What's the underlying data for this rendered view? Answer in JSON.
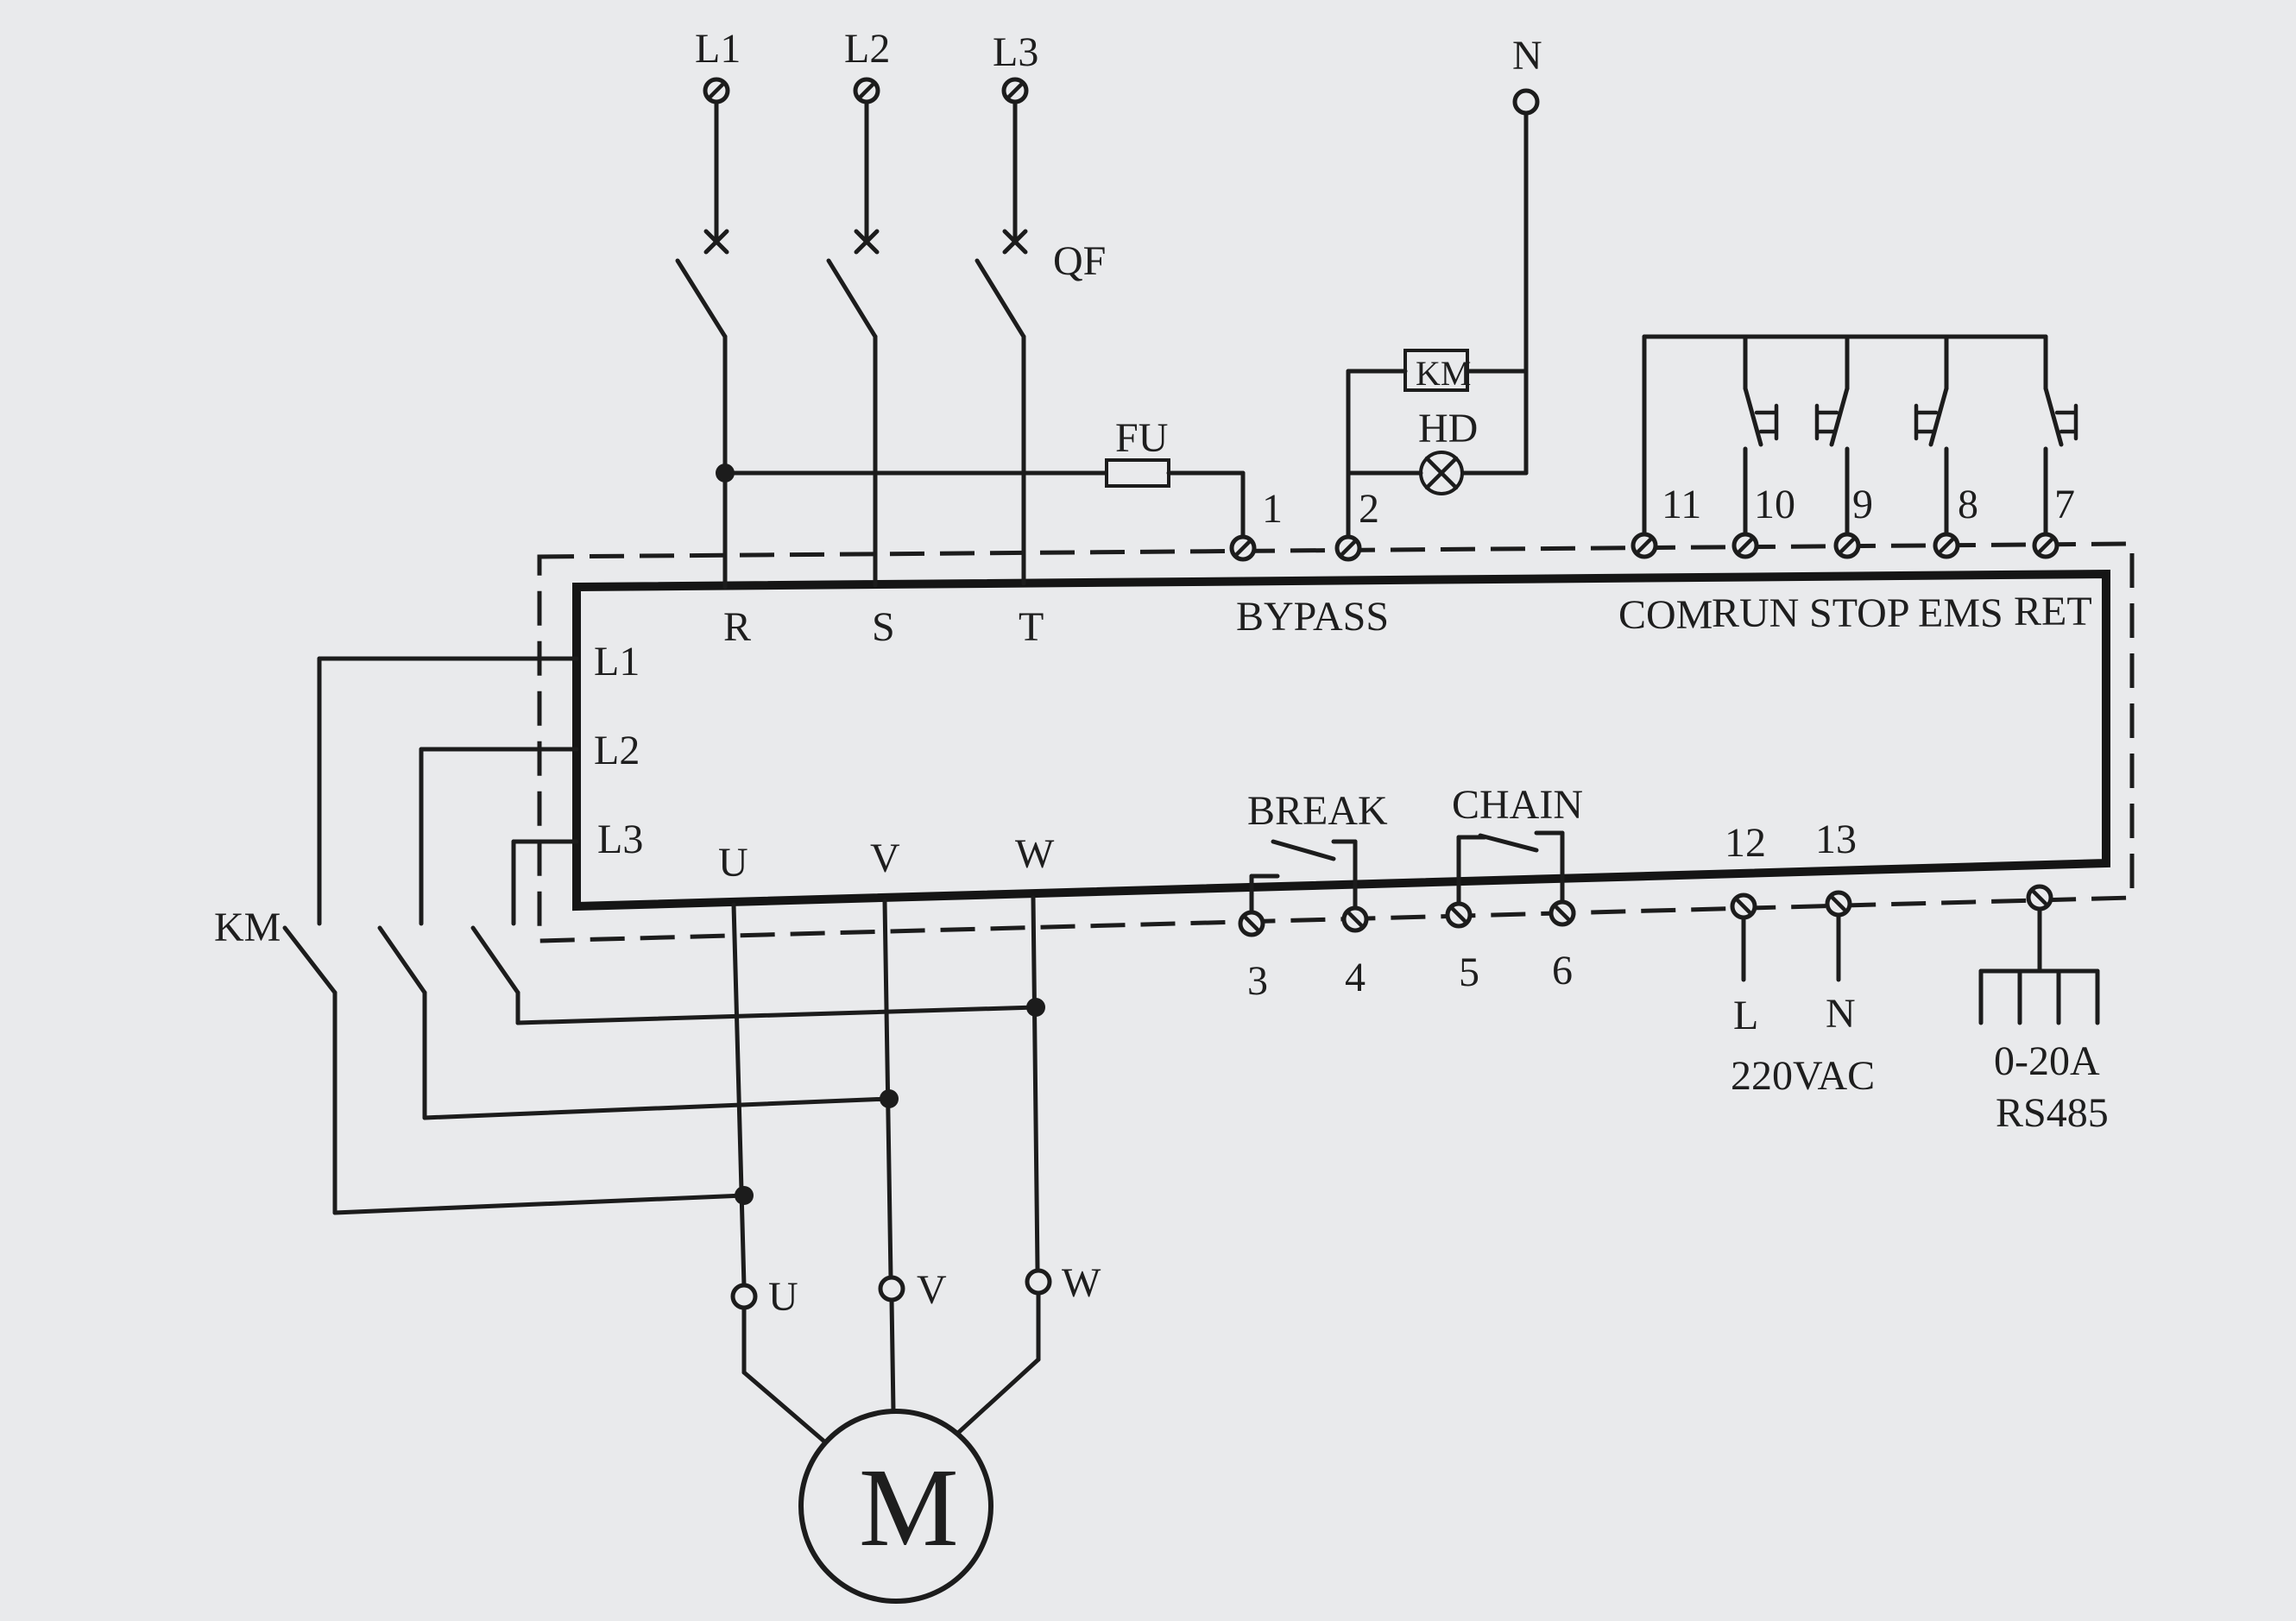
{
  "supply": {
    "l1": "L1",
    "l2": "L2",
    "l3": "L3",
    "n": "N",
    "breaker": "QF"
  },
  "fuse": "FU",
  "contactor_coil": "KM",
  "lamp": "HD",
  "bypass_contactor": "KM",
  "starter_inputs": {
    "r": "R",
    "s": "S",
    "t": "T"
  },
  "starter_outputs": {
    "u": "U",
    "v": "V",
    "w": "W"
  },
  "starter_bypass_terminals": {
    "l1": "L1",
    "l2": "L2",
    "l3": "L3"
  },
  "terminals": {
    "t1": "1",
    "t2": "2",
    "t3": "3",
    "t4": "4",
    "t5": "5",
    "t6": "6",
    "t7": "7",
    "t8": "8",
    "t9": "9",
    "t10": "10",
    "t11": "11",
    "t12": "12",
    "t13": "13"
  },
  "terminal_labels": {
    "bypass": "BYPASS",
    "com": "COM",
    "run": "RUN",
    "stop": "STOP",
    "ems": "EMS",
    "ret": "RET",
    "break": "BREAK",
    "chain": "CHAIN"
  },
  "power": {
    "l": "L",
    "n": "N",
    "voltage": "220VAC"
  },
  "analog": {
    "range": "0-20A",
    "bus": "RS485"
  },
  "motor": {
    "symbol": "M",
    "u": "U",
    "v": "V",
    "w": "W"
  }
}
